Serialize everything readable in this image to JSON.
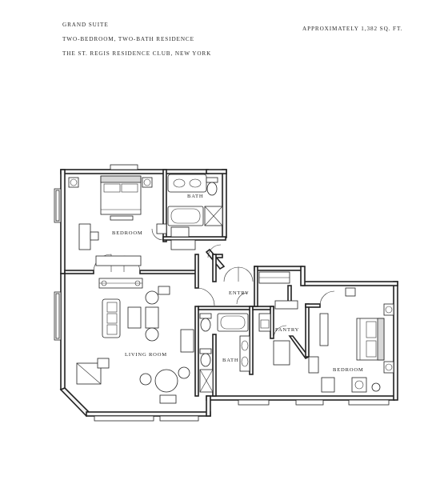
{
  "header": {
    "line1": "GRAND SUITE",
    "line2": "TWO-BEDROOM, TWO-BATH RESIDENCE",
    "line3": "THE ST. REGIS RESIDENCE CLUB, NEW YORK",
    "area": "APPROXIMATELY 1,382 SQ. FT."
  },
  "rooms": {
    "bath_upper": "BATH",
    "bedroom_left": "BEDROOM",
    "entry": "ENTRY",
    "pantry": "PANTRY",
    "living_room": "LIVING ROOM",
    "bath_lower": "BATH",
    "bedroom_right": "BEDROOM"
  }
}
